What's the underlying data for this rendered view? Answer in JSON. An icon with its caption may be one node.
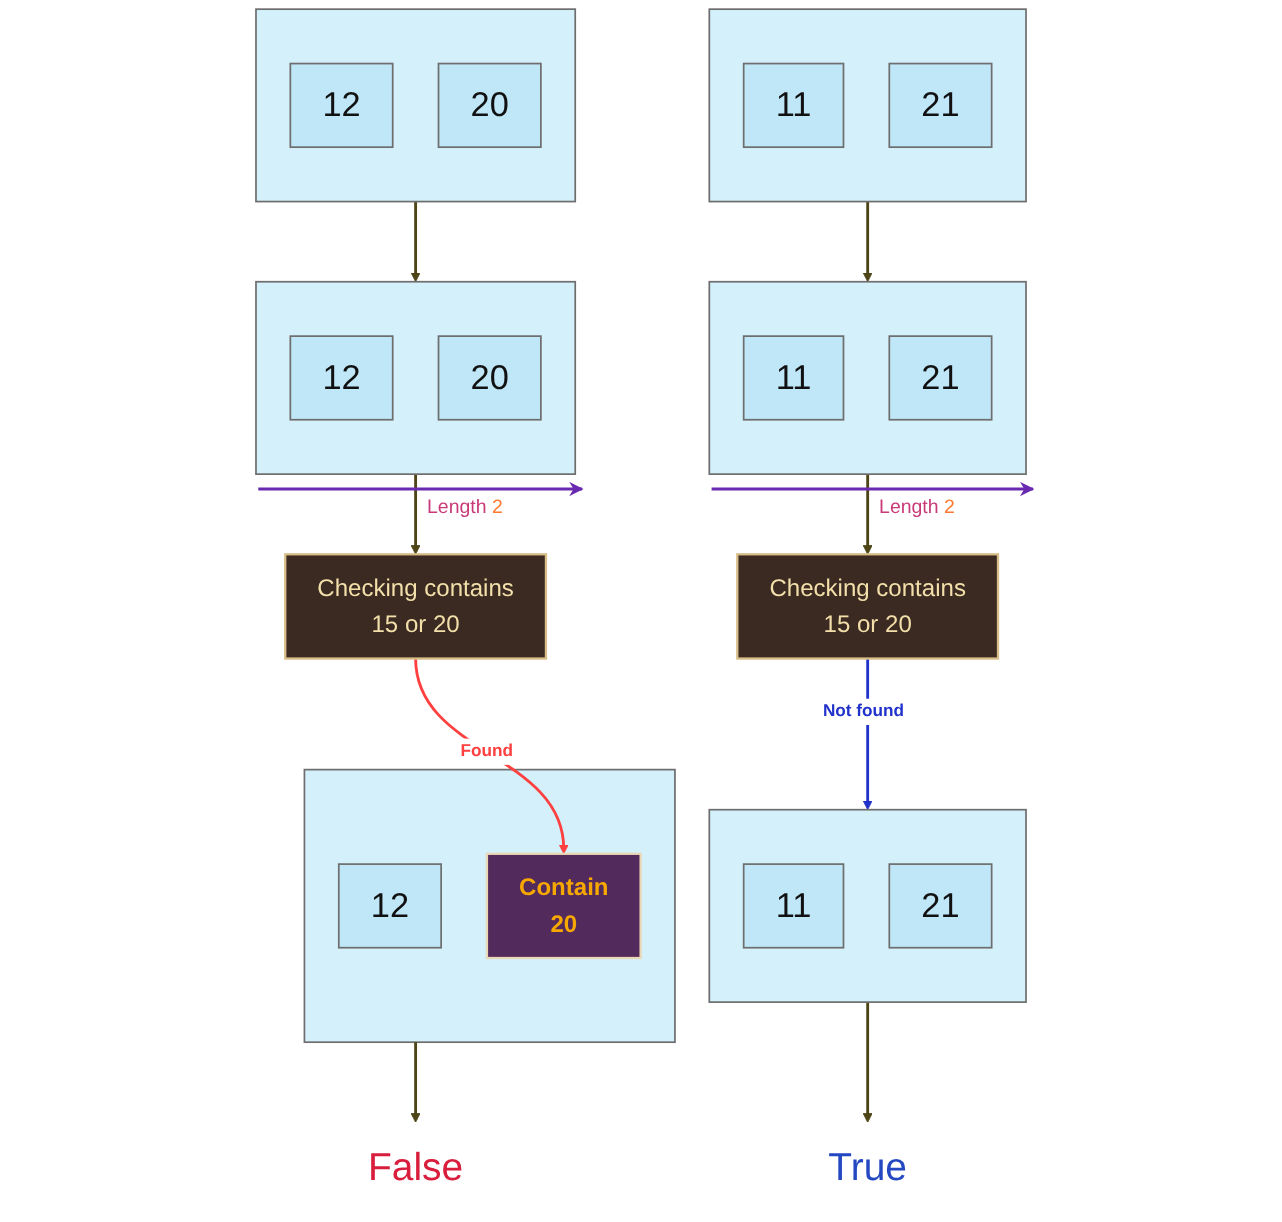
{
  "diagram": {
    "nodes": [
      {
        "text": [],
        "shape": "box"
      },
      {
        "text": [
          "12"
        ],
        "in": 0
      },
      {
        "text": [
          "20"
        ],
        "in": 0
      },
      {
        "text": [],
        "shape": "box"
      },
      {
        "text": [
          "11"
        ],
        "in": 3
      },
      {
        "text": [
          "21"
        ],
        "in": 3
      },
      {
        "text": [],
        "shape": "box",
        "beside": [
          "Length 2"
        ]
      },
      {
        "text": [
          "12"
        ],
        "in": 6
      },
      {
        "text": [
          "20"
        ],
        "in": 6
      },
      {
        "text": [],
        "shape": "box",
        "beside": [
          "Length 2"
        ]
      },
      {
        "text": [
          "11"
        ],
        "in": 9
      },
      {
        "text": [
          "21"
        ],
        "in": 9
      },
      {
        "text": [
          "Checking contains",
          "15 or 20"
        ]
      },
      {
        "text": [
          "Checking contains",
          "15 or 20"
        ]
      },
      {
        "text": [],
        "shape": "box"
      },
      {
        "text": [
          "12"
        ],
        "in": 14
      },
      {
        "text": [
          "Contain",
          "20"
        ],
        "in": 14
      },
      {
        "text": [],
        "shape": "box"
      },
      {
        "text": [
          "11"
        ],
        "in": 17
      },
      {
        "text": [
          "21"
        ],
        "in": 17
      },
      {
        "text": [
          "False"
        ]
      },
      {
        "text": [
          "True"
        ]
      }
    ],
    "edges": [
      {
        "from": 0,
        "to": 6,
        "arrow": "to"
      },
      {
        "from": 3,
        "to": 9,
        "arrow": "to"
      },
      {
        "from": 6,
        "to": 12,
        "arrow": "to"
      },
      {
        "from": 9,
        "to": 13,
        "arrow": "to"
      },
      {
        "from": 12,
        "to": 16,
        "arrow": "to",
        "label": "Found",
        "color": "#ff4040"
      },
      {
        "from": 13,
        "to": 17,
        "arrow": "to",
        "label": "Not found",
        "color": "#2233cc"
      },
      {
        "from": 14,
        "to": 20,
        "arrow": "to"
      },
      {
        "from": 17,
        "to": 21,
        "arrow": "to"
      }
    ]
  }
}
